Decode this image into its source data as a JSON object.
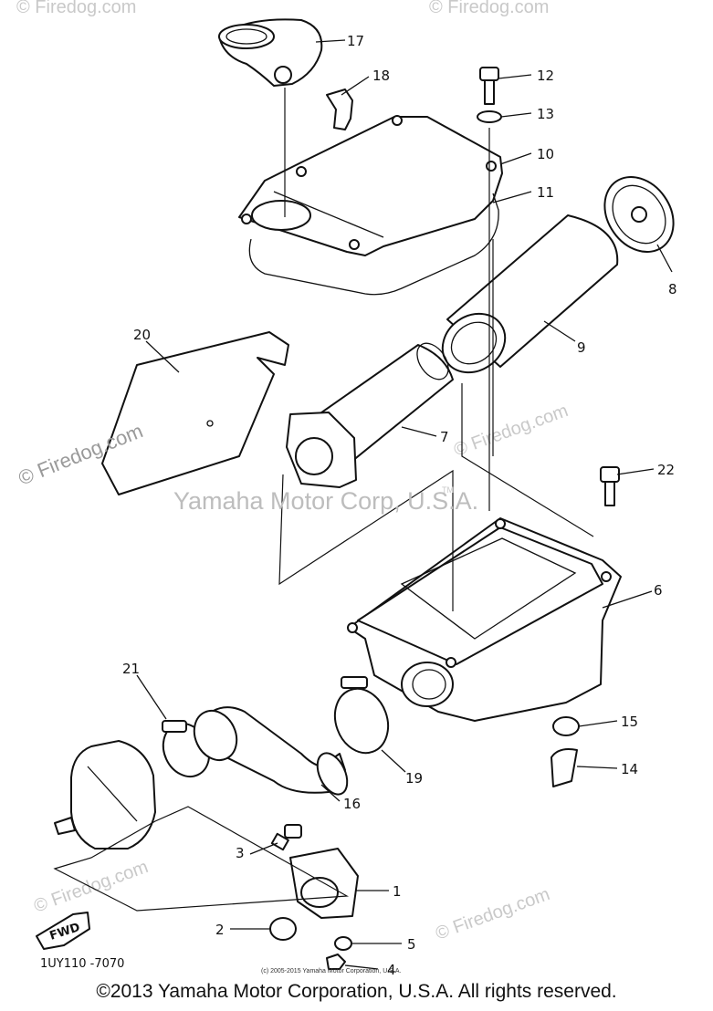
{
  "diagram": {
    "part_code": "1UY110 -7070",
    "fwd_label": "FWD",
    "callouts": [
      "1",
      "2",
      "3",
      "4",
      "5",
      "6",
      "7",
      "8",
      "9",
      "10",
      "11",
      "12",
      "13",
      "14",
      "15",
      "16",
      "17",
      "18",
      "19",
      "20",
      "21",
      "22"
    ]
  },
  "watermarks": {
    "center": "Yamaha Motor Corp, U.S.A.",
    "tm": "TM",
    "side": "© Firedog.com",
    "repeat": "© Firedog.com"
  },
  "copyright_small": "(c) 2005-2015 Yamaha Motor Corporation, U.S.A.",
  "footer": "©2013 Yamaha Motor Corporation, U.S.A. All rights reserved."
}
